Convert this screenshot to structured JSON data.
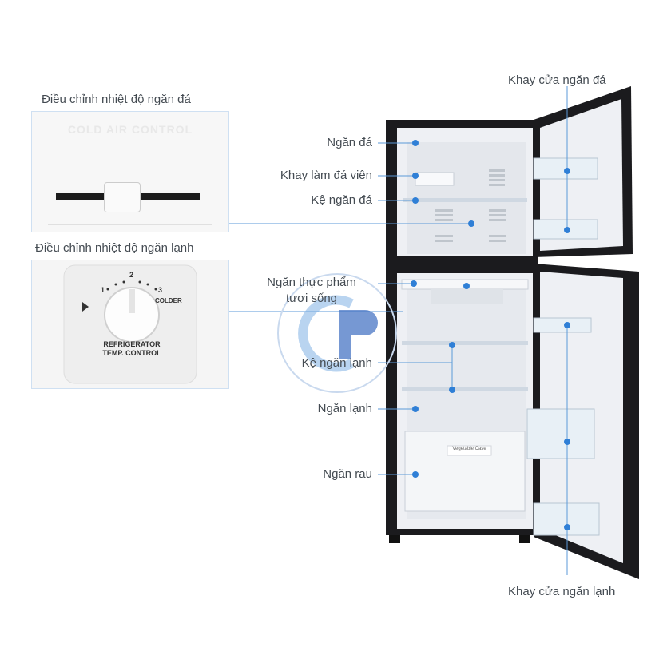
{
  "insets": {
    "freezer": {
      "title": "Điều chỉnh nhiệt độ ngăn đá",
      "panel_text": "COLD AIR CONTROL"
    },
    "fridge": {
      "title": "Điều chỉnh nhiệt độ ngăn lạnh",
      "dial_numbers": [
        "1",
        "2",
        "3"
      ],
      "dial_side": "COLDER",
      "dial_label_1": "REFRIGERATOR",
      "dial_label_2": "TEMP. CONTROL"
    }
  },
  "labels": {
    "freezer_door_tray": "Khay cửa ngăn đá",
    "freezer": "Ngăn đá",
    "ice_tray": "Khay làm đá viên",
    "freezer_shelf": "Kệ ngăn đá",
    "fresh_food_1": "Ngăn thực phẩm",
    "fresh_food_2": "tươi sống",
    "fridge_shelf": "Kệ ngăn lạnh",
    "fridge": "Ngăn lạnh",
    "veg_drawer": "Ngăn rau",
    "fridge_door_tray": "Khay cửa ngăn lạnh",
    "veg_case_tag": "Vegetable Case"
  },
  "colors": {
    "accent": "#2f7fd6",
    "line": "#5b9ad8",
    "cabinet": "#1b1b1e",
    "interior": "#eef0f4"
  }
}
